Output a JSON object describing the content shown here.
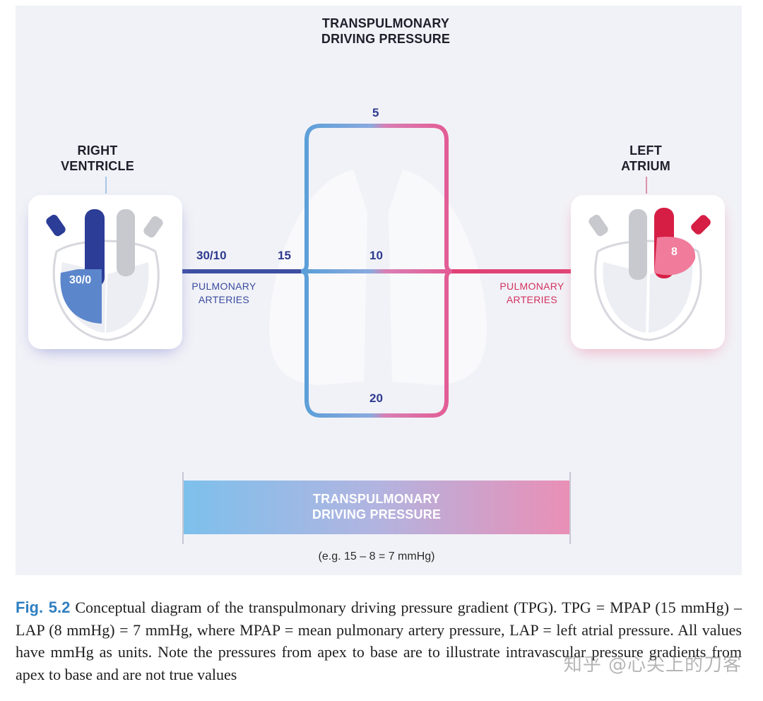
{
  "diagram": {
    "top_title_line1": "TRANSPULMONARY",
    "top_title_line2": "DRIVING PRESSURE",
    "right_ventricle": {
      "line1": "RIGHT",
      "line2": "VENTRICLE",
      "pressure": "30/0"
    },
    "left_atrium": {
      "line1": "LEFT",
      "line2": "ATRIUM",
      "pressure": "8"
    },
    "pulmonary_arteries_left": {
      "pressure": "30/10",
      "line1": "PULMONARY",
      "line2": "ARTERIES"
    },
    "pulmonary_arteries_right": {
      "line1": "PULMONARY",
      "line2": "ARTERIES"
    },
    "mpap": "15",
    "apex": "5",
    "middle": "10",
    "base": "20",
    "bar": {
      "line1": "TRANSPULMONARY",
      "line2": "DRIVING PRESSURE",
      "example": "(e.g. 15 – 8 = 7 mmHg)"
    }
  },
  "caption": {
    "label": "Fig. 5.2",
    "text": " Conceptual diagram of the transpulmonary driving pressure gradient (TPG). TPG = MPAP (15 mmHg) – LAP (8 mmHg) = 7 mmHg, where MPAP = mean pulmonary artery pressure, LAP = left atrial pressure. All values have mmHg as units. Note the pressures from apex to base are to illustrate intravascular pressure gradients from apex to base and are not true values"
  },
  "watermark": "知乎 @心尖上的刀客",
  "colors": {
    "blue_dark": "#2b3b97",
    "blue_light": "#5ea7dd",
    "pink": "#e8558f",
    "red": "#d81e45",
    "panel": "#f1f2f7"
  }
}
